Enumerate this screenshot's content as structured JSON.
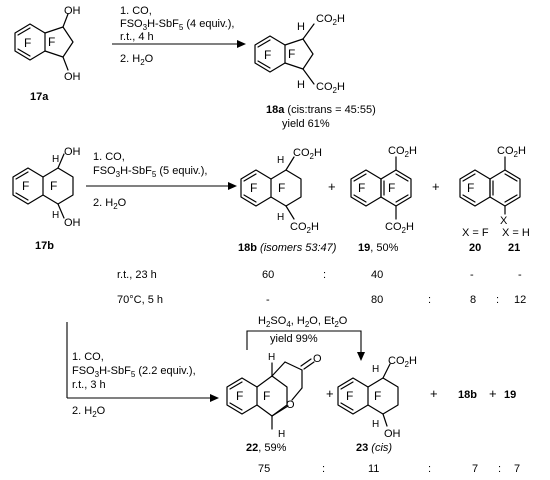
{
  "scheme1": {
    "start_label": "17a",
    "cond1": "1. CO,",
    "cond2_pre": "FSO",
    "cond2_sub": "3",
    "cond2_post": "H-SbF",
    "cond2_sub2": "5",
    "cond2_tail": " (4 equiv.),",
    "cond3": "r.t., 4 h",
    "cond4_pre": "2. H",
    "cond4_sub": "2",
    "cond4_post": "O",
    "product_label": "18a",
    "product_note": " (cis:trans = 45:55)",
    "yield": "yield 61%"
  },
  "scheme2": {
    "start_label": "17b",
    "cond1": "1. CO,",
    "cond2_pre": "FSO",
    "cond2_sub": "3",
    "cond2_post": "H-SbF",
    "cond2_sub2": "5",
    "cond2_tail": " (5 equiv.),",
    "cond4_pre": "2. H",
    "cond4_sub": "2",
    "cond4_post": "O",
    "p1_label": "18b",
    "p1_note": " (isomers 53:47)",
    "p2_label": "19",
    "p2_note": ", 50%",
    "p3_xf": "X = F",
    "p3_xh": "X = H",
    "p3_label_a": "20",
    "p3_label_b": "21",
    "plus": "+",
    "table": [
      {
        "cond": "r.t., 23 h",
        "v1": "60",
        "sep1": ":",
        "v2": "40",
        "v3": "-",
        "v4": "-"
      },
      {
        "cond": "70°C, 5 h",
        "v1": "-",
        "v2": "80",
        "sep2": ":",
        "v3": "8",
        "sep3": ":",
        "v4": "12"
      }
    ]
  },
  "scheme3": {
    "cond1": "1. CO,",
    "cond2_pre": "FSO",
    "cond2_sub": "3",
    "cond2_post": "H-SbF",
    "cond2_sub2": "5",
    "cond2_tail": " (2.2 equiv.),",
    "cond3": "r.t., 3 h",
    "cond4_pre": "2. H",
    "cond4_sub": "2",
    "cond4_post": "O",
    "hydro_pre": "H",
    "hydro_sub1": "2",
    "hydro_mid1": "SO",
    "hydro_sub2": "4",
    "hydro_mid2": ", H",
    "hydro_sub3": "2",
    "hydro_mid3": "O, Et",
    "hydro_sub4": "2",
    "hydro_post": "O",
    "hydro_yield": "yield 99%",
    "p1_label": "22",
    "p1_note": ", 59%",
    "p2_label": "23",
    "p2_note": " (cis)",
    "p3_label": "18b",
    "p4_label": "19",
    "plus": "+",
    "ratio": {
      "v1": "75",
      "v2": "11",
      "v3": "7",
      "v4": "7",
      "sep": ":"
    }
  },
  "atoms": {
    "F": "F",
    "OH": "OH",
    "CO2H_pre": "CO",
    "CO2H_sub": "2",
    "CO2H_post": "H",
    "H": "H",
    "O": "O",
    "X": "X"
  }
}
